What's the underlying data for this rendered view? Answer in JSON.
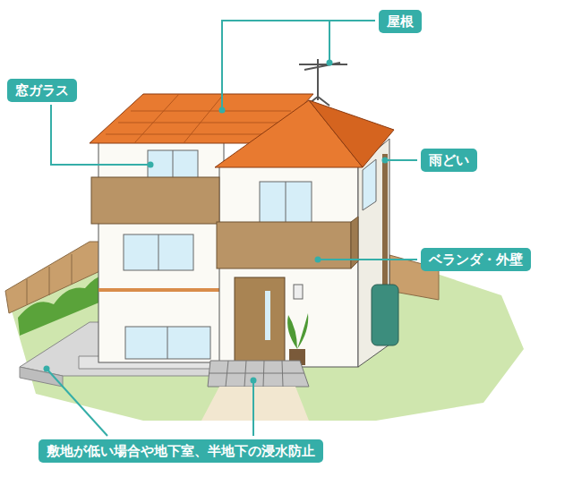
{
  "diagram": {
    "nodes": [
      {
        "text": [
          "屋根"
        ]
      },
      {
        "text": [
          "窓ガラス"
        ]
      },
      {
        "text": [
          "雨どい"
        ]
      },
      {
        "text": [
          "ベランダ・外壁"
        ]
      },
      {
        "text": [
          "敷地が低い場合や地下室、半地下の浸水防止"
        ]
      }
    ]
  }
}
